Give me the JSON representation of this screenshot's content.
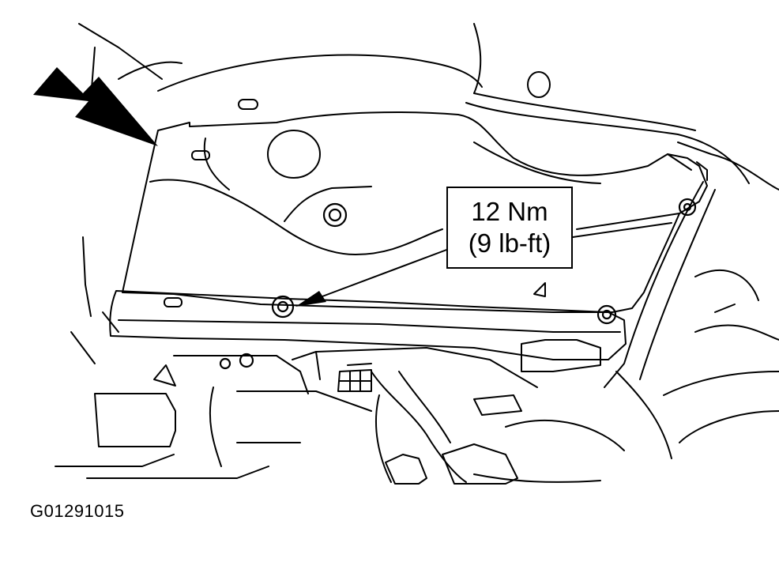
{
  "callout": {
    "torque_metric": "12 Nm",
    "torque_imperial": "(9 lb-ft)"
  },
  "figure_id": "G01291015"
}
